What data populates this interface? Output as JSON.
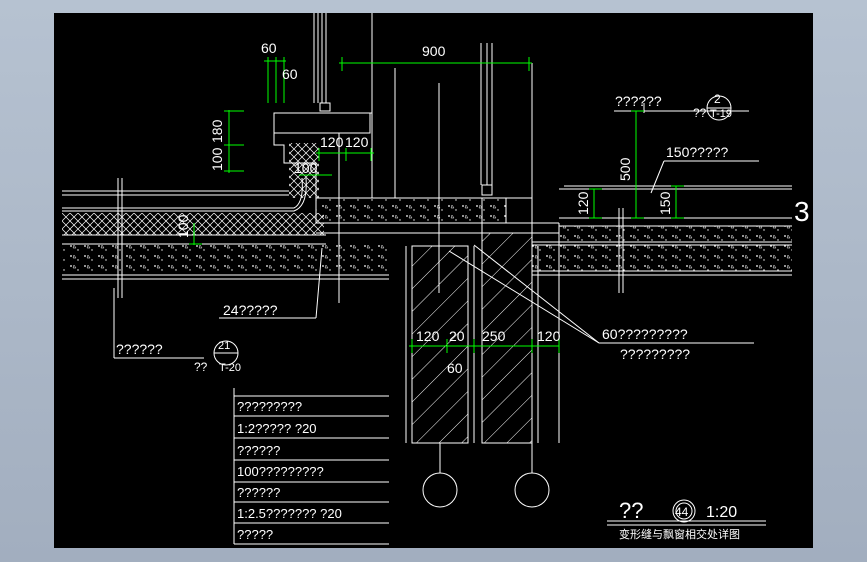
{
  "colors": {
    "background": "#000000",
    "line": "#ffffff",
    "dimension": "#00ff00",
    "text": "#ffffff"
  },
  "dimensions": {
    "d60a": "60",
    "d60b": "60",
    "d900": "900",
    "d180": "180",
    "d100v": "100",
    "d120a": "120",
    "d120b": "120",
    "d100h": "100",
    "d500": "500",
    "d120v": "120",
    "d150v": "150",
    "d100c": "100",
    "b120": "120",
    "b20": "20",
    "b250": "250",
    "b120b": "120",
    "b60": "60"
  },
  "labels": {
    "top_right_note": "??????",
    "ref_top_num": "2",
    "ref_top_sheet": "T-19",
    "ref_top_prefix": "??",
    "label_150": "150?????",
    "label_24": "24?????",
    "left_note": "??????",
    "ref_left_num": "21",
    "ref_left_sheet": "T-20",
    "ref_left_prefix": "??",
    "label_60a": "60?????????",
    "label_60b": "?????????",
    "axis_3": "3"
  },
  "legend": [
    "?????????",
    "1:2?????  ?20",
    "??????",
    "100?????????",
    "??????",
    "1:2.5???????  ?20",
    "?????"
  ],
  "title": {
    "prefix": "??",
    "number": "44",
    "scale": "1:20",
    "subtitle": "变形缝与飘窗相交处详图"
  }
}
